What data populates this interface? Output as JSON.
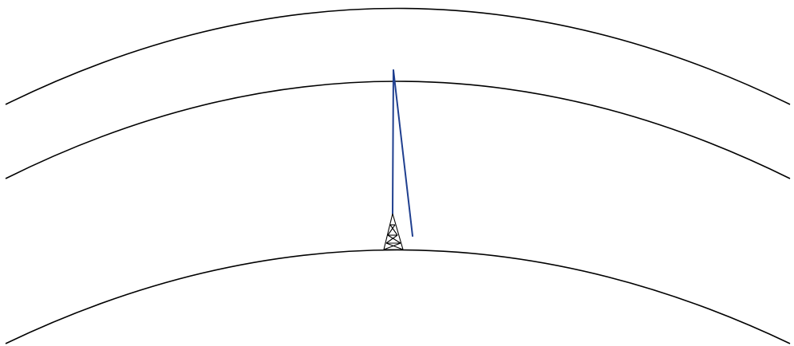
{
  "diagram": {
    "layers": [
      {
        "name": "upper-boundary"
      },
      {
        "name": "reflecting-layer"
      },
      {
        "name": "ground-surface"
      }
    ],
    "transmitter": {
      "icon": "radio-tower-icon"
    },
    "paths": [
      {
        "name": "incident-signal",
        "color": "#1f3f8f"
      },
      {
        "name": "reflected-signal",
        "color": "#1f3f8f"
      }
    ],
    "colors": {
      "line": "#000000",
      "signal": "#1f3f8f",
      "background": "#ffffff"
    }
  }
}
